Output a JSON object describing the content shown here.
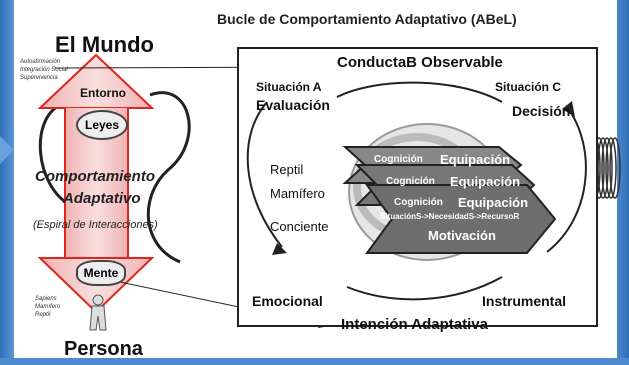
{
  "title": "Bucle de Comportamiento Adaptativo (ABeL)",
  "left": {
    "mundo": "El Mundo",
    "persona": "Persona",
    "top_notes": [
      "Autoafirmación",
      "Integración Social",
      "Supervivencia"
    ],
    "bottom_notes": [
      "Sapiens",
      "Mamífero",
      "Reptil"
    ],
    "entorno": "Entorno",
    "leyes": "Leyes",
    "mente": "Mente",
    "center_title": [
      "Comportamiento",
      "Adaptativo"
    ],
    "center_subtitle": "(Espiral de Interacciones)"
  },
  "box": {
    "top_label": "ConductaB Observable",
    "bottom_label": "Intención Adaptativa",
    "situacion_a": [
      "Situación A",
      "Evaluación"
    ],
    "situacion_c": [
      "Situación C",
      "Decisión"
    ],
    "emocional": "Emocional",
    "instrumental": "Instrumental",
    "brain_layers": [
      "Reptil",
      "Mamífero",
      "Conciente"
    ],
    "chevrons": [
      {
        "cognicion": "Cognición",
        "equipacion": "Equipación"
      },
      {
        "cognicion": "Cognición",
        "equipacion": "Equipación"
      },
      {
        "cognicion": "Cognición",
        "equipacion": "Equipación",
        "situacion": "SituaciónS->NecesidadS->RecursoR",
        "motivacion": "Motivación"
      }
    ]
  },
  "colors": {
    "accent_red": "#e0251c",
    "band_blue": "#3f7fca",
    "chevron_gray": "#6e6e6e"
  }
}
